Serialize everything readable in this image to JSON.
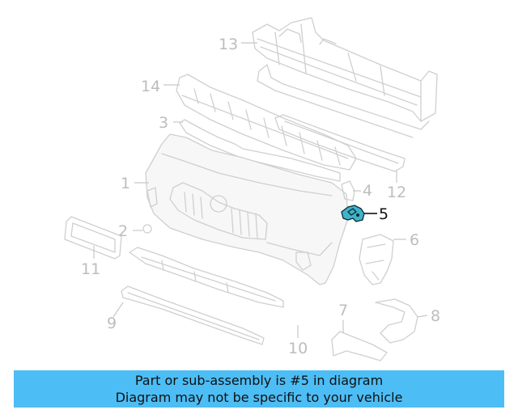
{
  "callouts": {
    "c1": "1",
    "c2": "2",
    "c3": "3",
    "c4": "4",
    "c5": "5",
    "c6": "6",
    "c7": "7",
    "c8": "8",
    "c9": "9",
    "c10": "10",
    "c11": "11",
    "c12": "12",
    "c13": "13",
    "c14": "14"
  },
  "highlighted_part": "5",
  "colors": {
    "highlight_part": "#3fb3c9",
    "banner_background": "#4dbdf5",
    "line_art": "#cfcfcf"
  },
  "banner": {
    "line1": "Part or sub-assembly is #5 in diagram",
    "line2": "Diagram may not be specific to your vehicle"
  }
}
